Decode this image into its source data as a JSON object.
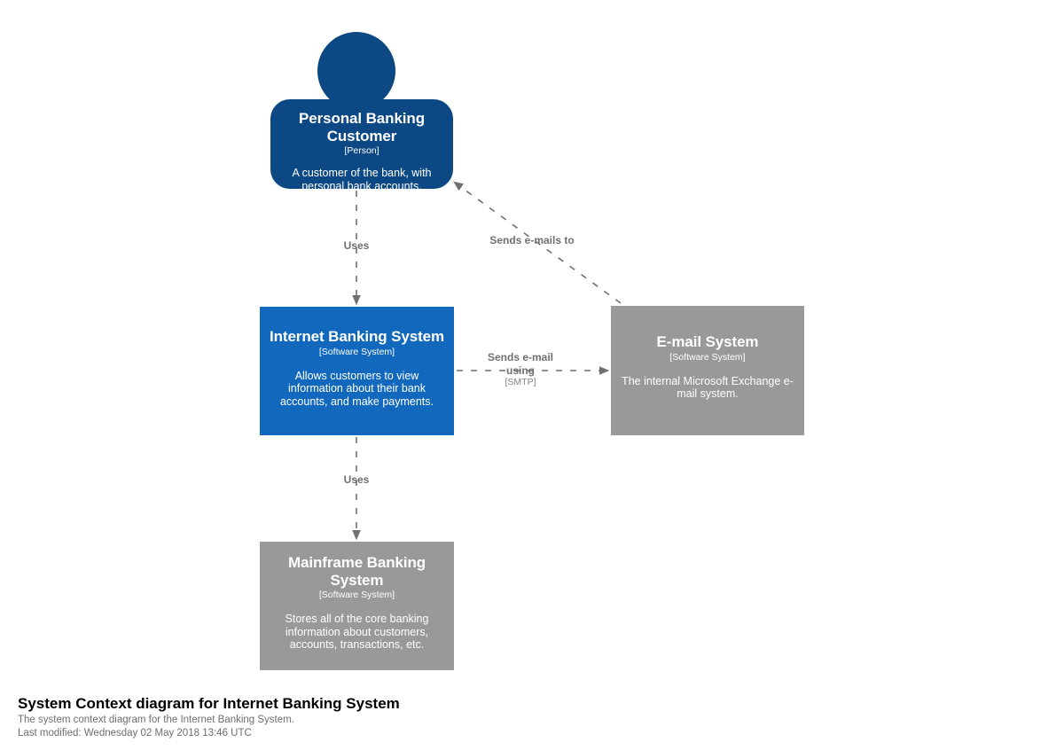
{
  "diagram": {
    "nodes": [
      {
        "id": "personal-banking-customer",
        "name": "Personal Banking Customer",
        "type": "[Person]",
        "description": "A customer of the bank, with personal bank accounts.",
        "shape": "person",
        "color": "#0B4884"
      },
      {
        "id": "internet-banking-system",
        "name": "Internet Banking System",
        "type": "[Software System]",
        "description": "Allows customers to view information about their bank accounts, and make payments.",
        "shape": "box",
        "color": "#1168BD"
      },
      {
        "id": "email-system",
        "name": "E-mail System",
        "type": "[Software System]",
        "description": "The internal Microsoft Exchange e-mail system.",
        "shape": "box",
        "color": "#999999"
      },
      {
        "id": "mainframe-banking-system",
        "name": "Mainframe Banking System",
        "type": "[Software System]",
        "description": "Stores all of the core banking information about customers, accounts, transactions, etc.",
        "shape": "box",
        "color": "#999999"
      }
    ],
    "relationships": [
      {
        "id": "uses-1",
        "from": "personal-banking-customer",
        "to": "internet-banking-system",
        "label": "Uses",
        "technology": ""
      },
      {
        "id": "uses-2",
        "from": "internet-banking-system",
        "to": "mainframe-banking-system",
        "label": "Uses",
        "technology": ""
      },
      {
        "id": "sends-email-using",
        "from": "internet-banking-system",
        "to": "email-system",
        "label": "Sends e-mail using",
        "technology": "[SMTP]"
      },
      {
        "id": "sends-emails-to",
        "from": "email-system",
        "to": "personal-banking-customer",
        "label": "Sends e-mails to",
        "technology": ""
      }
    ],
    "line_color": "#707070"
  },
  "caption": {
    "title": "System Context diagram for Internet Banking System",
    "description": "The system context diagram for the Internet Banking System.",
    "last_modified": "Last modified: Wednesday 02 May 2018 13:46 UTC"
  }
}
